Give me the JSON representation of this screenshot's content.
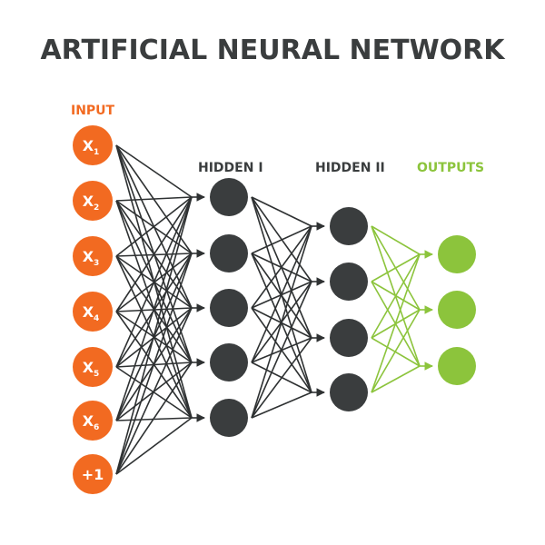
{
  "title": "ARTIFICIAL NEURAL NETWORK",
  "colors": {
    "title": "#3a3d3e",
    "input": "#f26a21",
    "hidden": "#3a3d3e",
    "output": "#8cc43c",
    "edge_dark": "#2e3132",
    "edge_green": "#8cc43c"
  },
  "layers": {
    "input": {
      "label": "INPUT",
      "nodes": [
        {
          "main": "X",
          "sub": "1"
        },
        {
          "main": "X",
          "sub": "2"
        },
        {
          "main": "X",
          "sub": "3"
        },
        {
          "main": "X",
          "sub": "4"
        },
        {
          "main": "X",
          "sub": "5"
        },
        {
          "main": "X",
          "sub": "6"
        },
        {
          "main": "+1",
          "sub": ""
        }
      ]
    },
    "hidden1": {
      "label": "HIDDEN I",
      "count": 5
    },
    "hidden2": {
      "label": "HIDDEN II",
      "count": 4
    },
    "outputs": {
      "label": "OUTPUTS",
      "count": 3
    }
  },
  "connections": "fully-connected"
}
